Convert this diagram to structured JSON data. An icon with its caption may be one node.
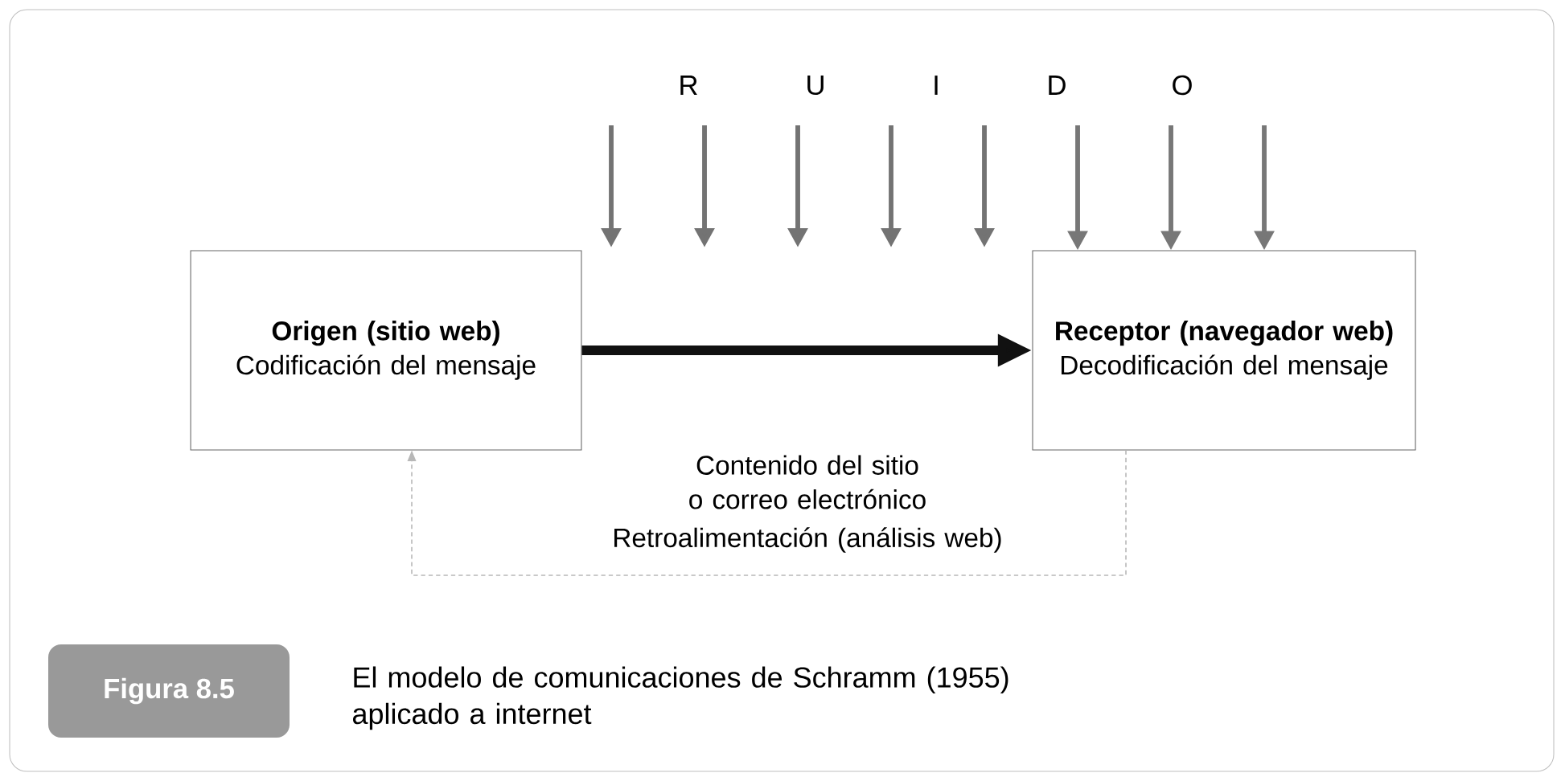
{
  "diagram": {
    "caption": "El modelo de comunicaciones de Schramm (1955) aplicado a internet",
    "nodes": [
      {
        "text": [
          "Origen (sitio web)",
          "Codificación del mensaje"
        ]
      },
      {
        "text": [
          "Receptor (navegador web)",
          "Decodificación del mensaje"
        ]
      },
      {
        "text": [
          "Figura 8.5"
        ]
      }
    ],
    "edges": [
      {
        "from": 0,
        "to": 1,
        "arrow": "to",
        "style": "thick",
        "color": "#111111",
        "label": "Contenido del sitio o correo electrónico"
      },
      {
        "from": 1,
        "to": 0,
        "arrow": "to",
        "style": "dashed",
        "color": "#b8b8b8",
        "label": "Retroalimentación (análisis web)"
      },
      {
        "from": null,
        "to": 1,
        "arrow": "to"
      },
      {
        "from": null,
        "to": 1,
        "arrow": "to"
      },
      {
        "from": null,
        "to": 1,
        "arrow": "to"
      }
    ],
    "labels": [
      "R",
      "U",
      "I",
      "D",
      "O"
    ]
  }
}
